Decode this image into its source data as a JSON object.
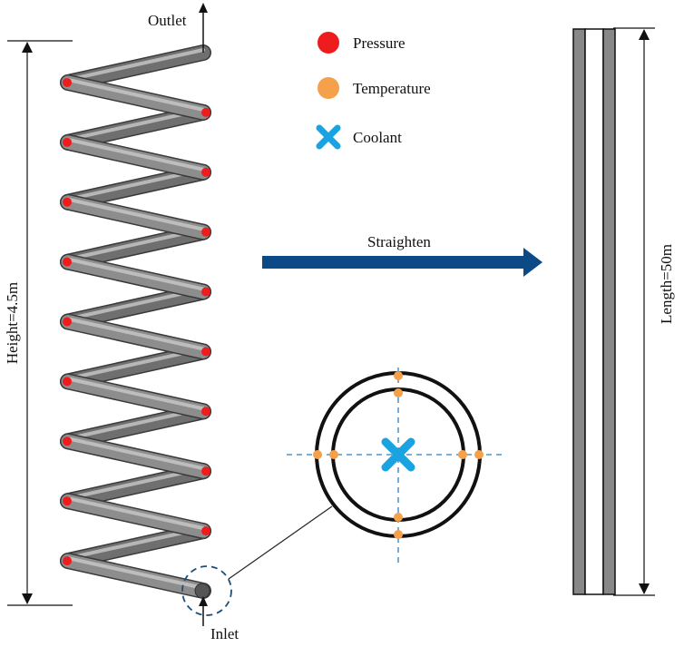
{
  "labels": {
    "outlet": "Outlet",
    "inlet": "Inlet",
    "height": "Height=4.5m",
    "length": "Length=50m",
    "straighten": "Straighten"
  },
  "legend": [
    {
      "label": "Pressure",
      "color": "#ee1c1c",
      "icon": "red-dot"
    },
    {
      "label": "Temperature",
      "color": "#f5a04a",
      "icon": "orange-dot"
    },
    {
      "label": "Coolant",
      "color": "#1aa3e0",
      "icon": "blue-cross"
    }
  ],
  "colors": {
    "coil": "#7a7a7a",
    "arrow": "#0b4a86",
    "pipe_wall": "#888888",
    "dashed_line": "#2f7fc1"
  }
}
